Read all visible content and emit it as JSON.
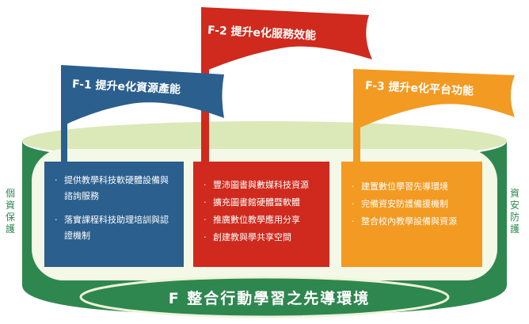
{
  "flags": {
    "f1": {
      "title": "F-1 提升e化資源產能",
      "color": "#2b5f8e"
    },
    "f2": {
      "title": "F-2 提升e化服務效能",
      "color": "#cf2a1d"
    },
    "f3": {
      "title": "F-3 提升e化平台功能",
      "color": "#f39a22"
    }
  },
  "boxes": {
    "f1": {
      "items": [
        "提供教學科技軟硬體設備與諮詢服務",
        "落實課程科技助理培訓與認證機制"
      ]
    },
    "f2": {
      "items": [
        "豐沛圖書與數媒科技資源",
        "擴充圖書館硬體暨軟體",
        "推廣數位教學應用分享",
        "創建教與學共享空間"
      ]
    },
    "f3": {
      "items": [
        "建置數位學習先導環境",
        "完備資安防護備援機制",
        "整合校內教學設備與資源"
      ]
    }
  },
  "side_labels": {
    "left": "個資保護",
    "right": "資安防護"
  },
  "base": {
    "title": "F 整合行動學習之先導環境",
    "color": "#2f8750"
  }
}
